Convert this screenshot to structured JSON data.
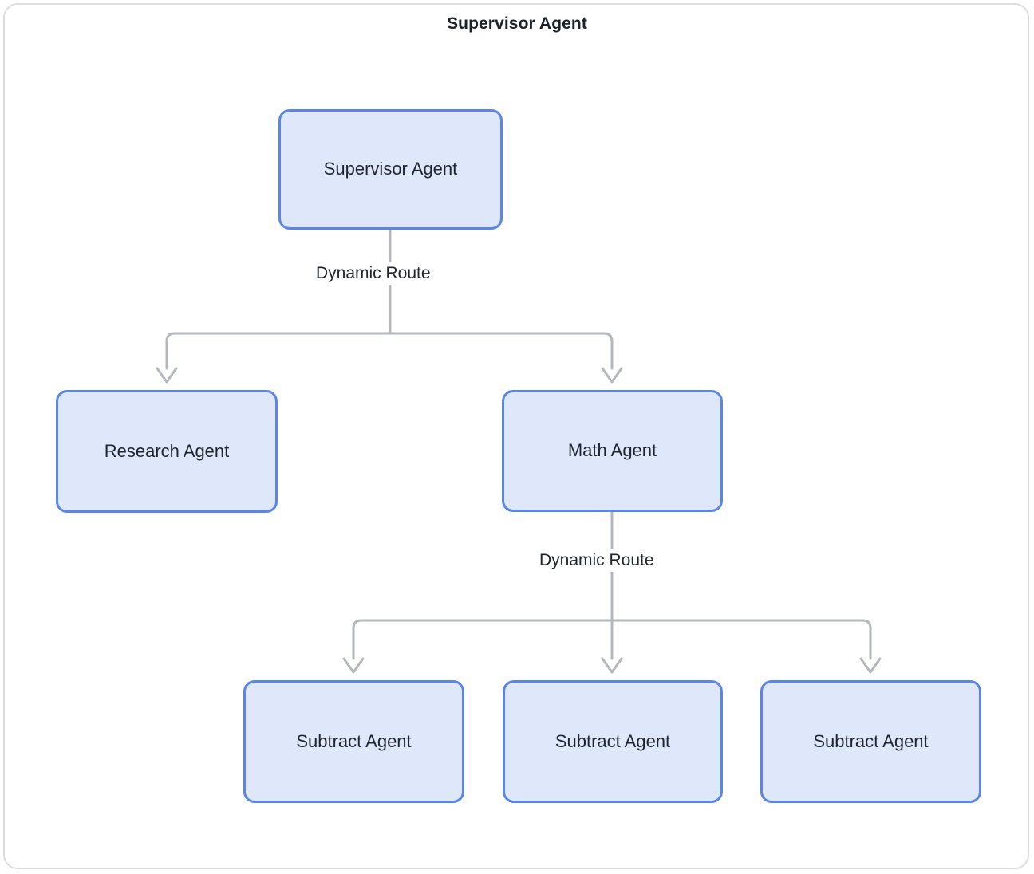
{
  "diagram": {
    "title": "Supervisor Agent",
    "type": "flowchart",
    "orientation": "top-down",
    "colors": {
      "node_fill": "#dfe7fb",
      "node_border": "#5a86eb",
      "node_text": "#1f242e",
      "edge_stroke": "#b4b7bc",
      "frame_border": "#dcdde2",
      "canvas_background": "#ffffff",
      "title_text": "#1d2127"
    },
    "nodes": [
      {
        "id": "supervisor",
        "label": "Supervisor Agent",
        "level": 0
      },
      {
        "id": "research",
        "label": "Research Agent",
        "level": 1
      },
      {
        "id": "math",
        "label": "Math Agent",
        "level": 1
      },
      {
        "id": "subtract_1",
        "label": "Subtract Agent",
        "level": 2
      },
      {
        "id": "subtract_2",
        "label": "Subtract Agent",
        "level": 2
      },
      {
        "id": "subtract_3",
        "label": "Subtract Agent",
        "level": 2
      }
    ],
    "edges": [
      {
        "from": "supervisor",
        "to": "research",
        "label": "Dynamic Route",
        "arrow": "chevron"
      },
      {
        "from": "supervisor",
        "to": "math",
        "label": "Dynamic Route",
        "arrow": "chevron"
      },
      {
        "from": "math",
        "to": "subtract_1",
        "label": "Dynamic Route",
        "arrow": "chevron"
      },
      {
        "from": "math",
        "to": "subtract_2",
        "label": "Dynamic Route",
        "arrow": "chevron"
      },
      {
        "from": "math",
        "to": "subtract_3",
        "label": "Dynamic Route",
        "arrow": "chevron"
      }
    ],
    "edge_labels": {
      "top_branch": "Dynamic Route",
      "math_branch": "Dynamic Route"
    }
  }
}
